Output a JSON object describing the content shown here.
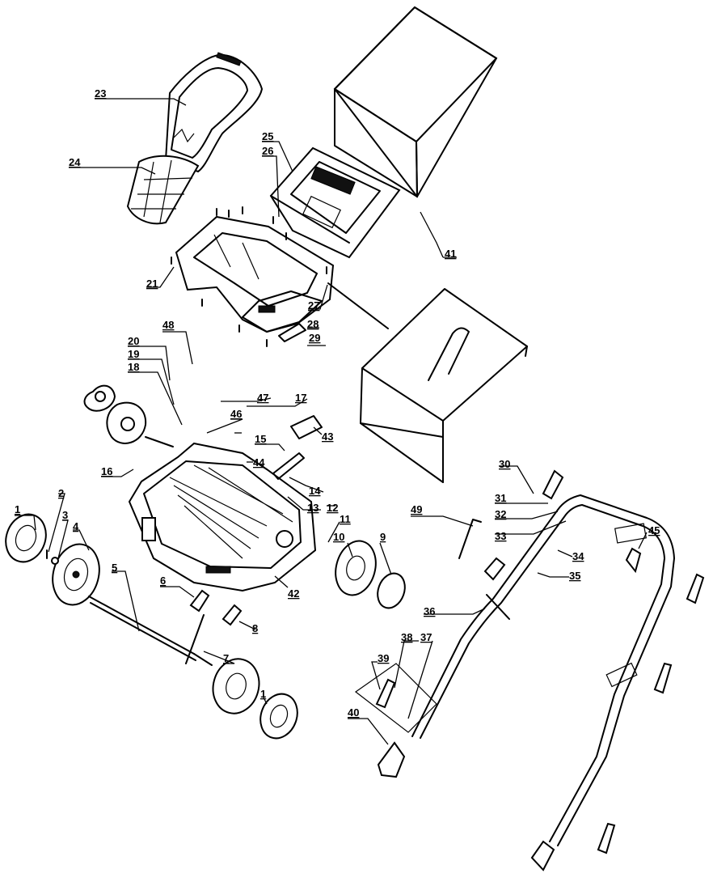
{
  "labels": {
    "l1a": "1",
    "l1b": "1",
    "l2": "2",
    "l3": "3",
    "l4": "4",
    "l5": "5",
    "l6": "6",
    "l7": "7",
    "l8": "8",
    "l9": "9",
    "l10": "10",
    "l11": "11",
    "l12": "12",
    "l13": "13",
    "l14": "14",
    "l15": "15",
    "l16": "16",
    "l17": "17",
    "l18": "18",
    "l19": "19",
    "l20": "20",
    "l21": "21",
    "l23": "23",
    "l24": "24",
    "l25": "25",
    "l26": "26",
    "l27": "27",
    "l28": "28",
    "l29": "29",
    "l30": "30",
    "l31": "31",
    "l32": "32",
    "l33": "33",
    "l34": "34",
    "l35": "35",
    "l36": "36",
    "l37": "37",
    "l38": "38",
    "l39": "39",
    "l40": "40",
    "l41": "41",
    "l42": "42",
    "l43": "43",
    "l44": "44",
    "l45": "45",
    "l46": "46",
    "l47": "47",
    "l48": "48",
    "l49": "49"
  }
}
